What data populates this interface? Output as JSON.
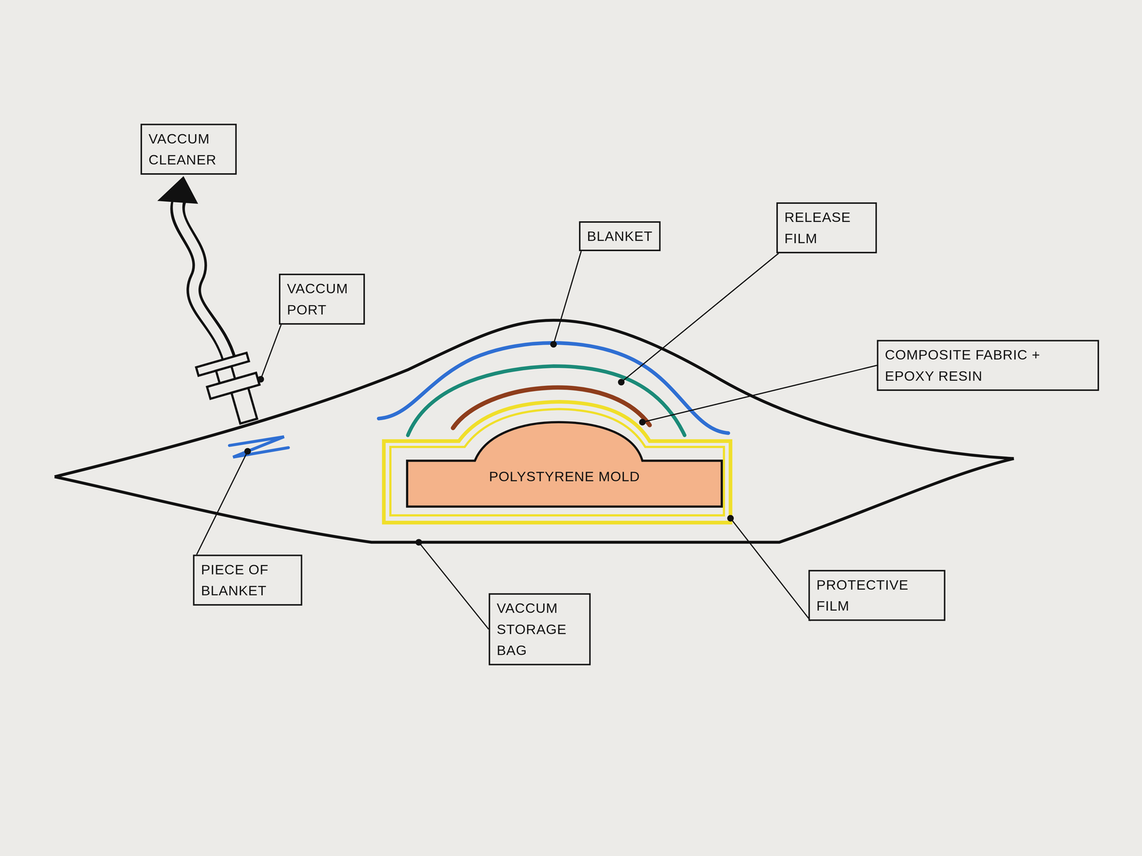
{
  "diagram": {
    "nodes": [
      {
        "text": [
          "VACCUM CLEANER"
        ]
      },
      {
        "text": [
          "BLANKET"
        ]
      },
      {
        "text": [
          "RELEASE FILM"
        ]
      },
      {
        "text": [
          "VACCUM PORT"
        ]
      },
      {
        "text": [
          "COMPOSITE FABRIC + EPOXY RESIN"
        ]
      },
      {
        "text": [
          "POLYSTYRENE MOLD"
        ]
      },
      {
        "text": [
          "PIECE OF BLANKET"
        ]
      },
      {
        "text": [
          "PROTECTIVE FILM"
        ]
      },
      {
        "text": [
          "VACCUM STORAGE BAG"
        ]
      }
    ]
  }
}
